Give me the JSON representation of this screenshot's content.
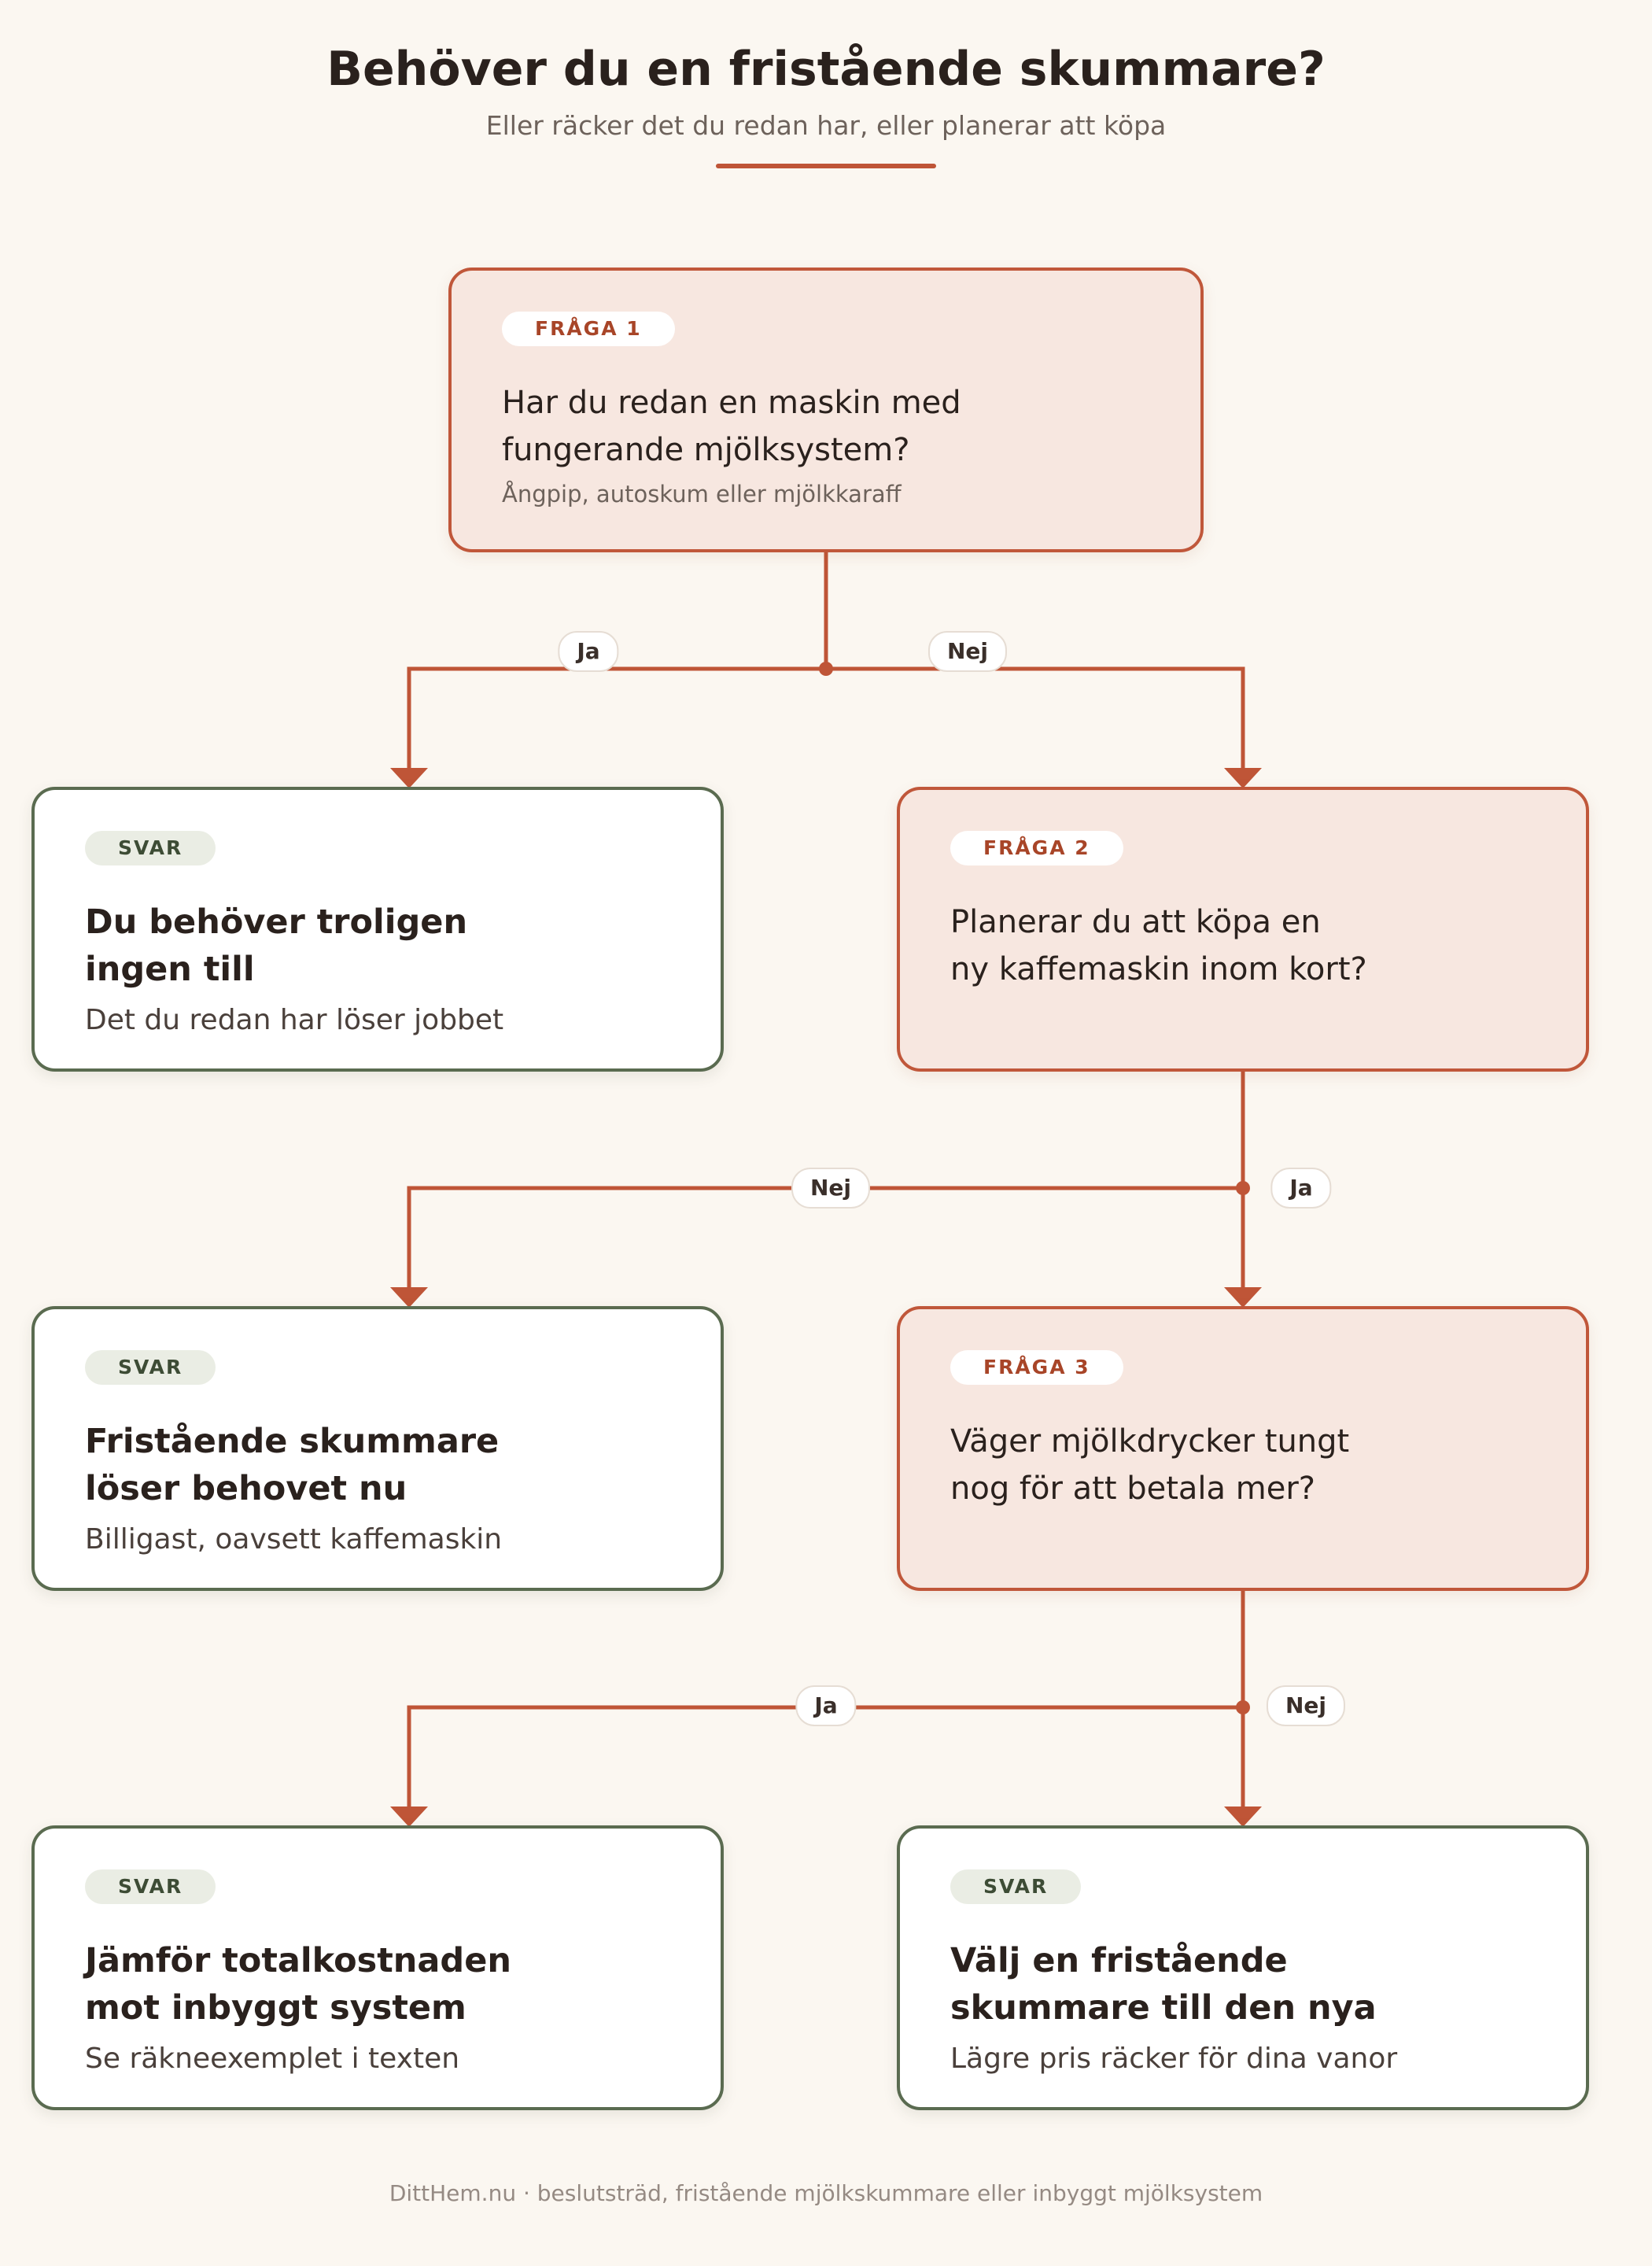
{
  "header": {
    "title": "Behöver du en fristående skummare?",
    "subtitle": "Eller räcker det du redan har, eller planerar att köpa"
  },
  "colors": {
    "background": "#fbf7f1",
    "accent": "#bf5537",
    "question_fill": "#f7e7e0",
    "question_border": "#c0573a",
    "answer_fill": "#ffffff",
    "answer_border": "#5a6b50"
  },
  "nodes": {
    "q1": {
      "badge": "FRÅGA 1",
      "title": "Har du redan en maskin med\nfungerande mjölksystem?",
      "sub": "Ångpip, autoskum eller mjölkkaraff"
    },
    "a1": {
      "badge": "SVAR",
      "title": "Du behöver troligen\ningen till",
      "sub": "Det du redan har löser jobbet"
    },
    "q2": {
      "badge": "FRÅGA 2",
      "title": "Planerar du att köpa en\nny kaffemaskin inom kort?",
      "sub": ""
    },
    "a2": {
      "badge": "SVAR",
      "title": "Fristående skummare\nlöser behovet nu",
      "sub": "Billigast, oavsett kaffemaskin"
    },
    "q3": {
      "badge": "FRÅGA 3",
      "title": "Väger mjölkdrycker tungt\nnog för att betala mer?",
      "sub": ""
    },
    "a3": {
      "badge": "SVAR",
      "title": "Jämför totalkostnaden\nmot inbyggt system",
      "sub": "Se räkneexemplet i texten"
    },
    "a4": {
      "badge": "SVAR",
      "title": "Välj en fristående\nskummare till den nya",
      "sub": "Lägre pris räcker för dina vanor"
    }
  },
  "edges": {
    "q1_yes": "Ja",
    "q1_no": "Nej",
    "q2_no": "Nej",
    "q2_yes": "Ja",
    "q3_yes": "Ja",
    "q3_no": "Nej"
  },
  "footer": {
    "text": "DittHem.nu · beslutsträd, fristående mjölkskummare eller inbyggt mjölksystem"
  }
}
